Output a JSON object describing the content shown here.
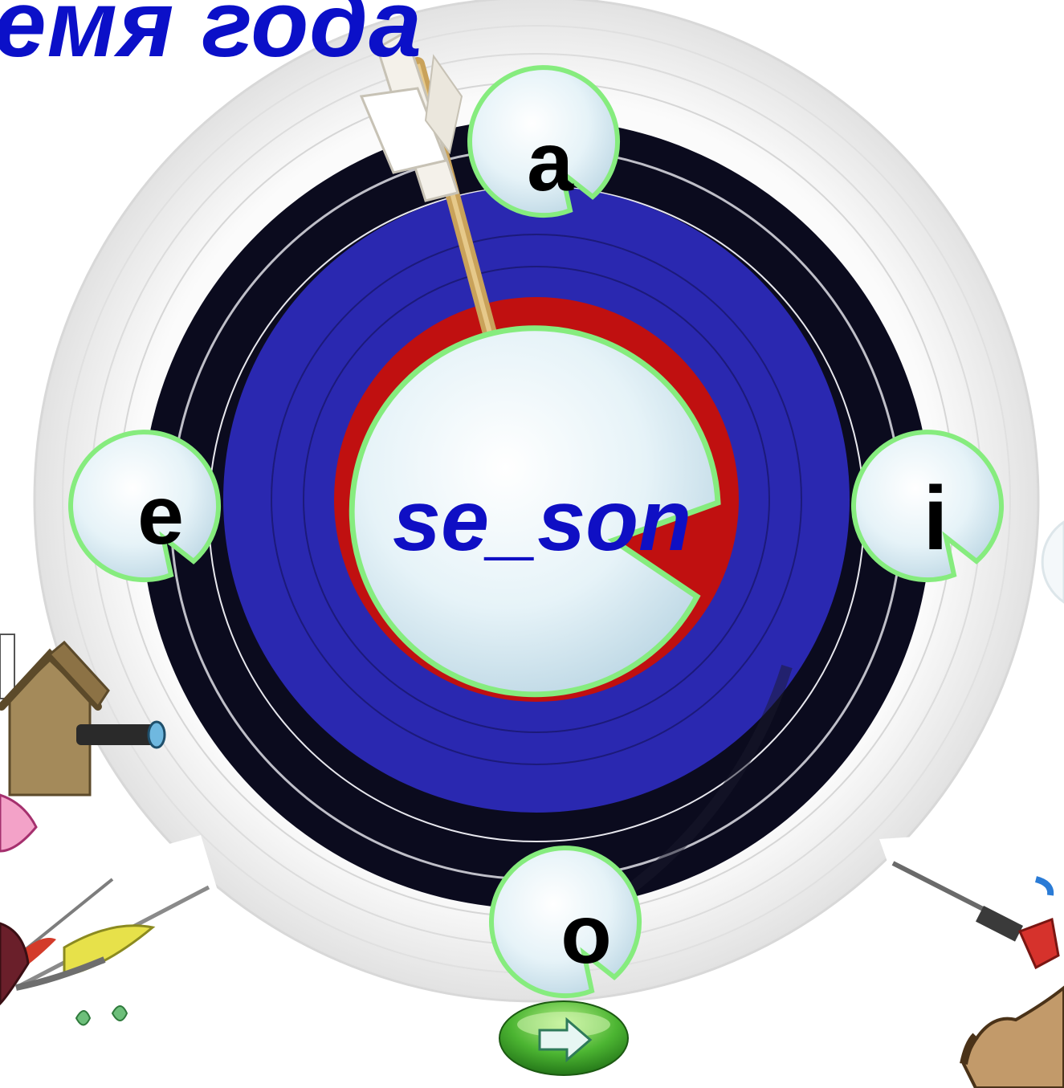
{
  "title": "емя года",
  "puzzle": {
    "word_pattern": "se_son"
  },
  "choices": [
    {
      "letter": "a"
    },
    {
      "letter": "e"
    },
    {
      "letter": "i"
    },
    {
      "letter": "o"
    }
  ],
  "colors": {
    "title": "#0b10c8",
    "word": "#0f0fc4",
    "target_black": "#0b0b1e",
    "target_blue": "#2a28b0",
    "target_red": "#c01010",
    "bubble_border": "#86ec7e",
    "next_button": "#3aa52a"
  },
  "icons": {
    "next": "right-arrow-icon",
    "decor_left": "birdhouse-icon",
    "decor_right": "dart-icon",
    "arrow": "arrow-icon"
  }
}
